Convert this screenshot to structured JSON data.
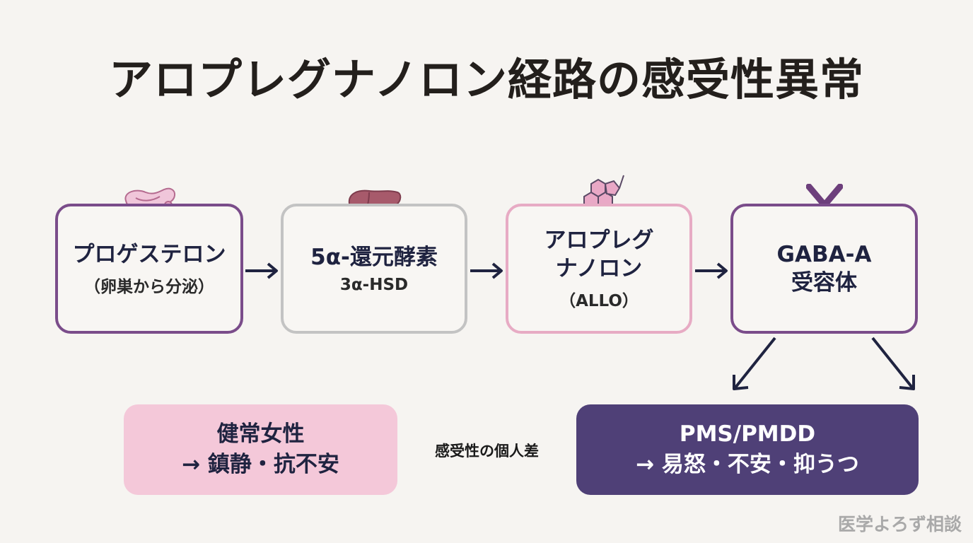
{
  "title": "アロプレグナノロン経路の感受性異常",
  "steps": [
    {
      "main": "プロゲステロン",
      "sub": "（卵巣から分泌）",
      "icon": "ovary-icon"
    },
    {
      "main": "5α-還元酵素",
      "sub": "3α-HSD",
      "icon": "liver-icon"
    },
    {
      "main_line1": "アロプレグ",
      "main_line2": "ナノロン",
      "sub": "（ALLO）",
      "icon": "molecule-icon"
    },
    {
      "main_line1": "GABA-A",
      "main_line2": "受容体",
      "icon": "receptor-icon"
    }
  ],
  "outcomes": {
    "healthy": {
      "title": "健常女性",
      "desc": "→ 鎮静・抗不安",
      "color": "#f4c8d9"
    },
    "pmdd": {
      "title": "PMS/PMDD",
      "desc": "→ 易怒・不安・抑うつ",
      "color": "#4f4077"
    }
  },
  "center_label": "感受性の個人差",
  "footer": "医学よろず相談",
  "colors": {
    "purple_border": "#7a4c8a",
    "gray_border": "#c3c3c3",
    "pink_border": "#e7abc4",
    "arrow": "#1f2340",
    "background": "#f6f4f1"
  }
}
